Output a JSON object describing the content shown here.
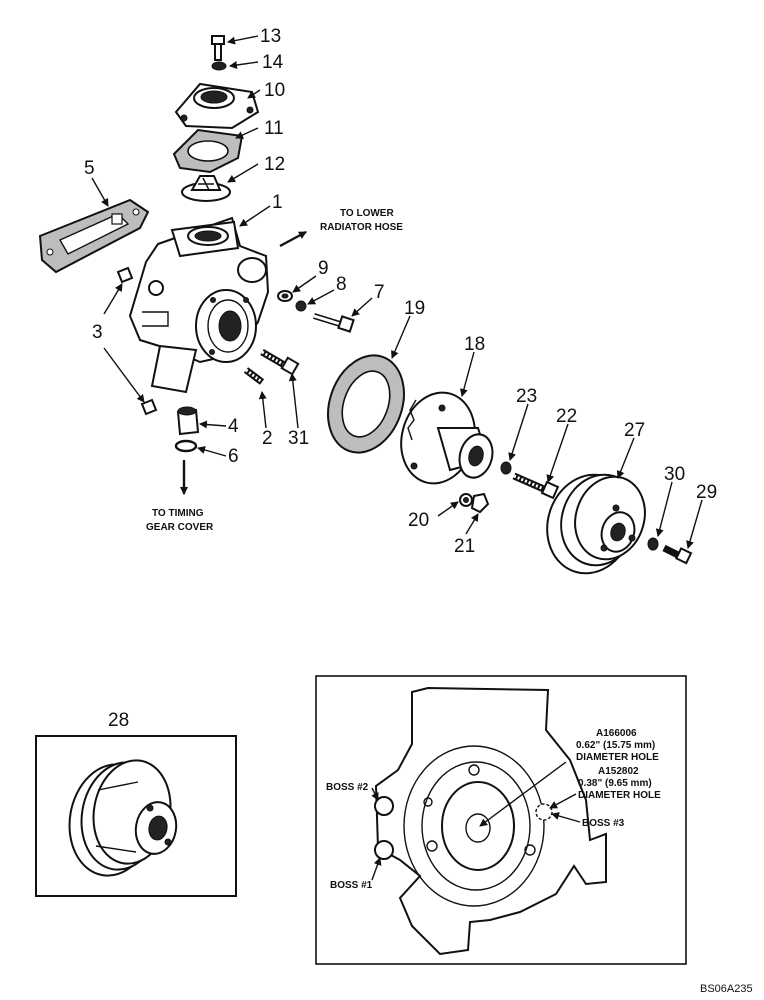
{
  "callouts": [
    "13",
    "14",
    "10",
    "11",
    "12",
    "5",
    "1",
    "9",
    "8",
    "7",
    "3",
    "19",
    "18",
    "23",
    "22",
    "27",
    "4",
    "6",
    "2",
    "31",
    "30",
    "29",
    "20",
    "21",
    "28"
  ],
  "notes": {
    "radiator": [
      "TO LOWER",
      "RADIATOR HOSE"
    ],
    "timing": [
      "TO TIMING",
      "GEAR COVER"
    ]
  },
  "detail_view": {
    "hole_a": [
      "A166006",
      "0.62\" (15.75 mm)",
      "DIAMETER HOLE"
    ],
    "hole_b": [
      "A152802",
      "0.38\" (9.65 mm)",
      "DIAMETER HOLE"
    ],
    "boss_2": "BOSS #2",
    "boss_1": "BOSS #1",
    "boss_3": "BOSS #3"
  },
  "reference_code": "BS06A235"
}
